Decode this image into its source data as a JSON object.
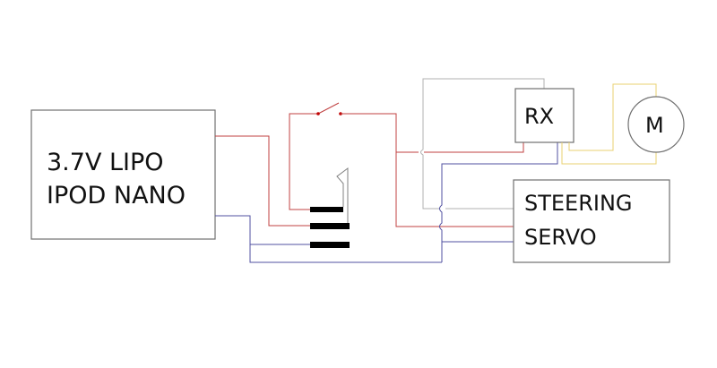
{
  "diagram": {
    "title": "",
    "components": {
      "battery": {
        "line1": "3.7V LIPO",
        "line2": "IPOD NANO"
      },
      "receiver": {
        "label": "RX"
      },
      "motor": {
        "label": "M"
      },
      "servo": {
        "line1": "STEERING",
        "line2": "SERVO"
      },
      "switch": {
        "type": "SPST switch"
      },
      "jack": {
        "type": "3-contact jack"
      }
    },
    "wire_colors": {
      "positive": "#c04040",
      "negative": "#5050a0",
      "signal": "#b0b0b0",
      "motor": "#e8d070",
      "box": "#707070",
      "jack": "#000000"
    }
  }
}
